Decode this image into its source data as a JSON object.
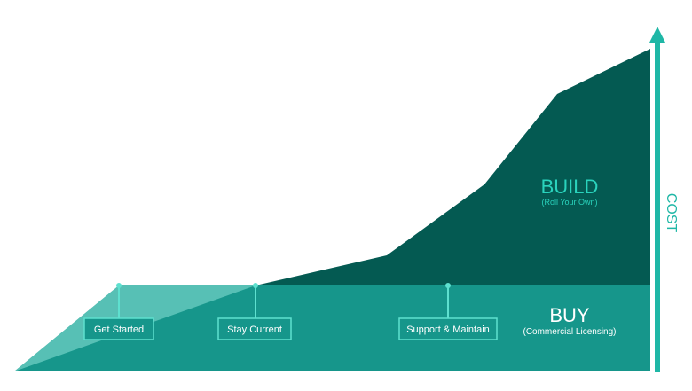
{
  "colors": {
    "build_area": "#045a52",
    "buy_area": "#16968b",
    "overlay_area": "#5ec4b9",
    "accent": "#1fb7a6",
    "build_text": "#2ad3bd",
    "white": "#ffffff"
  },
  "regions": {
    "build": {
      "title": "BUILD",
      "subtitle": "(Roll Your Own)"
    },
    "buy": {
      "title": "BUY",
      "subtitle": "(Commercial Licensing)"
    }
  },
  "axis": {
    "label": "COST",
    "icon": "arrow-up-icon"
  },
  "milestones": [
    {
      "label": "Get Started"
    },
    {
      "label": "Stay Current"
    },
    {
      "label": "Support & Maintain"
    }
  ]
}
